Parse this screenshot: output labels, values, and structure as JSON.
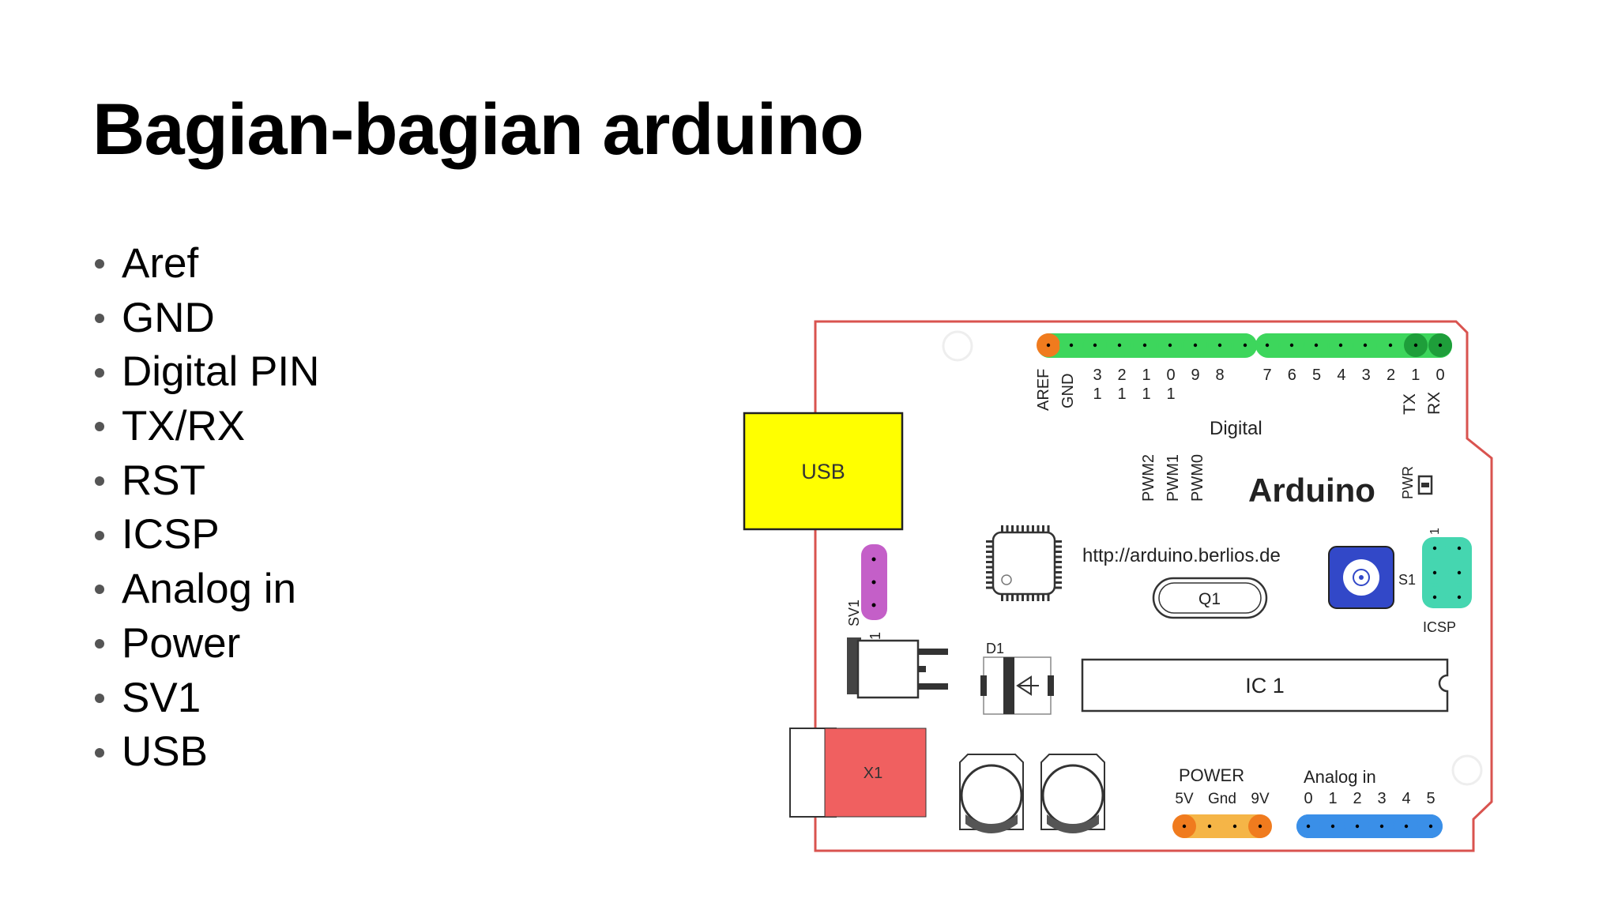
{
  "slide": {
    "title": "Bagian-bagian arduino",
    "bullets": [
      "Aref",
      "GND",
      "Digital PIN",
      "TX/RX",
      "RST",
      "ICSP",
      "Analog in",
      "Power",
      "SV1",
      "USB"
    ]
  },
  "diagram": {
    "board_name": "Arduino",
    "url": "http://arduino.berlios.de",
    "aref_label": "AREF",
    "gnd_label": "GND",
    "digital_high_nums": [
      [
        "1",
        "3"
      ],
      [
        "1",
        "2"
      ],
      [
        "1",
        "1"
      ],
      [
        "1",
        "0"
      ],
      [
        "9"
      ],
      [
        "8"
      ]
    ],
    "digital_low_nums": [
      "7",
      "6",
      "5",
      "4",
      "3",
      "2",
      "1",
      "0"
    ],
    "tx_label": "TX",
    "rx_label": "RX",
    "digital_label": "Digital",
    "pwm_labels": [
      "PWM2",
      "PWM1",
      "PWM0"
    ],
    "pwr_label": "PWR",
    "usb_label": "USB",
    "sv1_label": "SV1",
    "sv1_pin_label": "1",
    "q1_label": "Q1",
    "s1_label": "S1",
    "icsp_label": "ICSP",
    "icsp_pin_label": "1",
    "d1_label": "D1",
    "ic1_label": "IC 1",
    "x1_label": "X1",
    "power_label": "POWER",
    "power_pins": [
      "5V",
      "Gnd",
      "9V"
    ],
    "analog_label": "Analog in",
    "analog_pins": [
      "0",
      "1",
      "2",
      "3",
      "4",
      "5"
    ],
    "colors": {
      "board_outline": "#d9534f",
      "aref_pin": "#f07b1e",
      "digital_pin": "#3dd65c",
      "digital_pin_dark": "#1e9e3a",
      "usb_fill": "#ffff00",
      "sv1_fill": "#c45fc8",
      "icsp_fill": "#45d6b0",
      "s1_fill": "#3248c8",
      "x1_fill": "#f06060",
      "power_pin_orange": "#f07b1e",
      "power_pin_light": "#f5b547",
      "analog_pin": "#3a8fe8"
    }
  }
}
